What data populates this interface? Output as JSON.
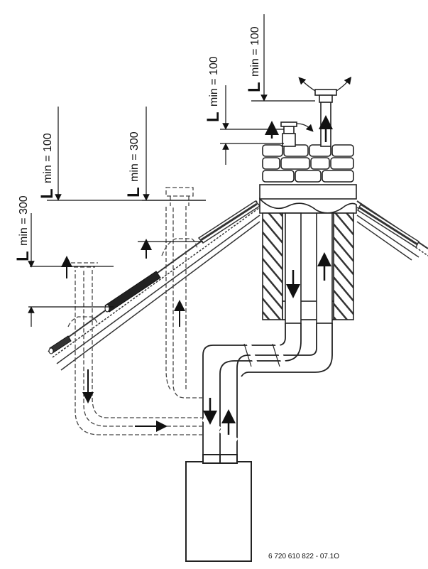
{
  "labels": {
    "l1": {
      "prefix": "L",
      "text": "min = 300"
    },
    "l2": {
      "prefix": "L",
      "text": "min = 100"
    },
    "l3": {
      "prefix": "L",
      "text": "min = 300"
    },
    "l4": {
      "prefix": "L",
      "text": "min = 100"
    },
    "l5": {
      "prefix": "L",
      "text": "min = 100"
    }
  },
  "document_code": "6 720 610 822 - 07.1O"
}
